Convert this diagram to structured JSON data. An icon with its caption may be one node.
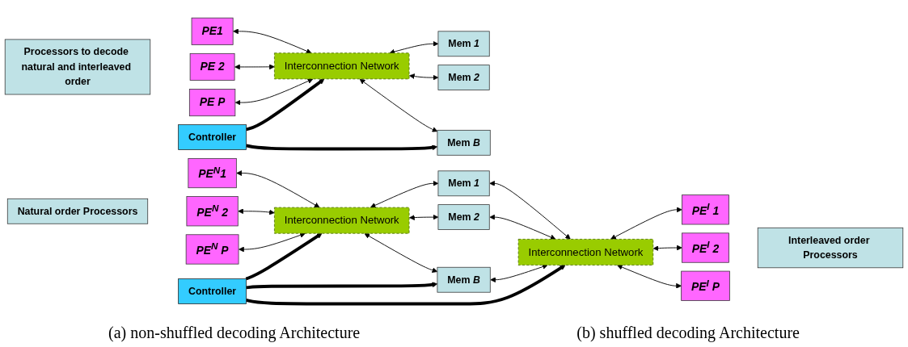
{
  "diagram": {
    "nodes": [
      {
        "text": [
          "Processors to decode natural and interleaved order"
        ]
      },
      {
        "text": [
          "PE1"
        ]
      },
      {
        "text": [
          "PE 2"
        ]
      },
      {
        "text": [
          "PE P"
        ]
      },
      {
        "text": [
          "Interconnection Network"
        ]
      },
      {
        "text": [
          "Mem *1*"
        ]
      },
      {
        "text": [
          "Mem *2*"
        ]
      },
      {
        "text": [
          "Mem *B*"
        ]
      },
      {
        "text": [
          "Controller"
        ]
      },
      {
        "text": [
          "Natural order Processors"
        ]
      },
      {
        "text": [
          "PE$^{N}$1"
        ]
      },
      {
        "text": [
          "PE$^{N}$ 2"
        ]
      },
      {
        "text": [
          "PE$^{N}$ P"
        ]
      },
      {
        "text": [
          "Interconnection Network"
        ]
      },
      {
        "text": [
          "Mem *1*"
        ]
      },
      {
        "text": [
          "Mem *2*"
        ]
      },
      {
        "text": [
          "Mem *B*"
        ]
      },
      {
        "text": [
          "Interconnection Network"
        ]
      },
      {
        "text": [
          "PE$^{I}$ 1"
        ]
      },
      {
        "text": [
          "PE$^{I}$ 2"
        ]
      },
      {
        "text": [
          "PE$^{I}$ P"
        ]
      },
      {
        "text": [
          "Interleaved order Processors"
        ]
      },
      {
        "text": [
          "Controller"
        ]
      }
    ],
    "edges": [
      {
        "from": 1,
        "to": 4,
        "arrow": "both"
      },
      {
        "from": 2,
        "to": 4,
        "arrow": "both"
      },
      {
        "from": 3,
        "to": 4,
        "arrow": "both"
      },
      {
        "from": 4,
        "to": 5,
        "arrow": "both"
      },
      {
        "from": 4,
        "to": 6,
        "arrow": "both"
      },
      {
        "from": 4,
        "to": 7,
        "arrow": "both"
      },
      {
        "from": 8,
        "to": 4,
        "arrow": "to",
        "style": "thick"
      },
      {
        "from": 8,
        "to": 7,
        "arrow": "to",
        "style": "thick"
      },
      {
        "from": 10,
        "to": 13,
        "arrow": "both"
      },
      {
        "from": 11,
        "to": 13,
        "arrow": "both"
      },
      {
        "from": 12,
        "to": 13,
        "arrow": "both"
      },
      {
        "from": 13,
        "to": 14,
        "arrow": "both"
      },
      {
        "from": 13,
        "to": 15,
        "arrow": "both"
      },
      {
        "from": 13,
        "to": 16,
        "arrow": "both"
      },
      {
        "from": 14,
        "to": 17,
        "arrow": "both"
      },
      {
        "from": 15,
        "to": 17,
        "arrow": "both"
      },
      {
        "from": 16,
        "to": 17,
        "arrow": "both"
      },
      {
        "from": 17,
        "to": 18,
        "arrow": "both"
      },
      {
        "from": 17,
        "to": 19,
        "arrow": "both"
      },
      {
        "from": 17,
        "to": 20,
        "arrow": "both"
      },
      {
        "from": 22,
        "to": 13,
        "arrow": "to",
        "style": "thick"
      },
      {
        "from": 22,
        "to": 16,
        "arrow": "to",
        "style": "thick"
      },
      {
        "from": 22,
        "to": 17,
        "arrow": "to",
        "style": "thick"
      }
    ],
    "labels": [
      "(a) non-shuffled decoding Architecture",
      "(b) shuffled decoding Architecture"
    ]
  }
}
